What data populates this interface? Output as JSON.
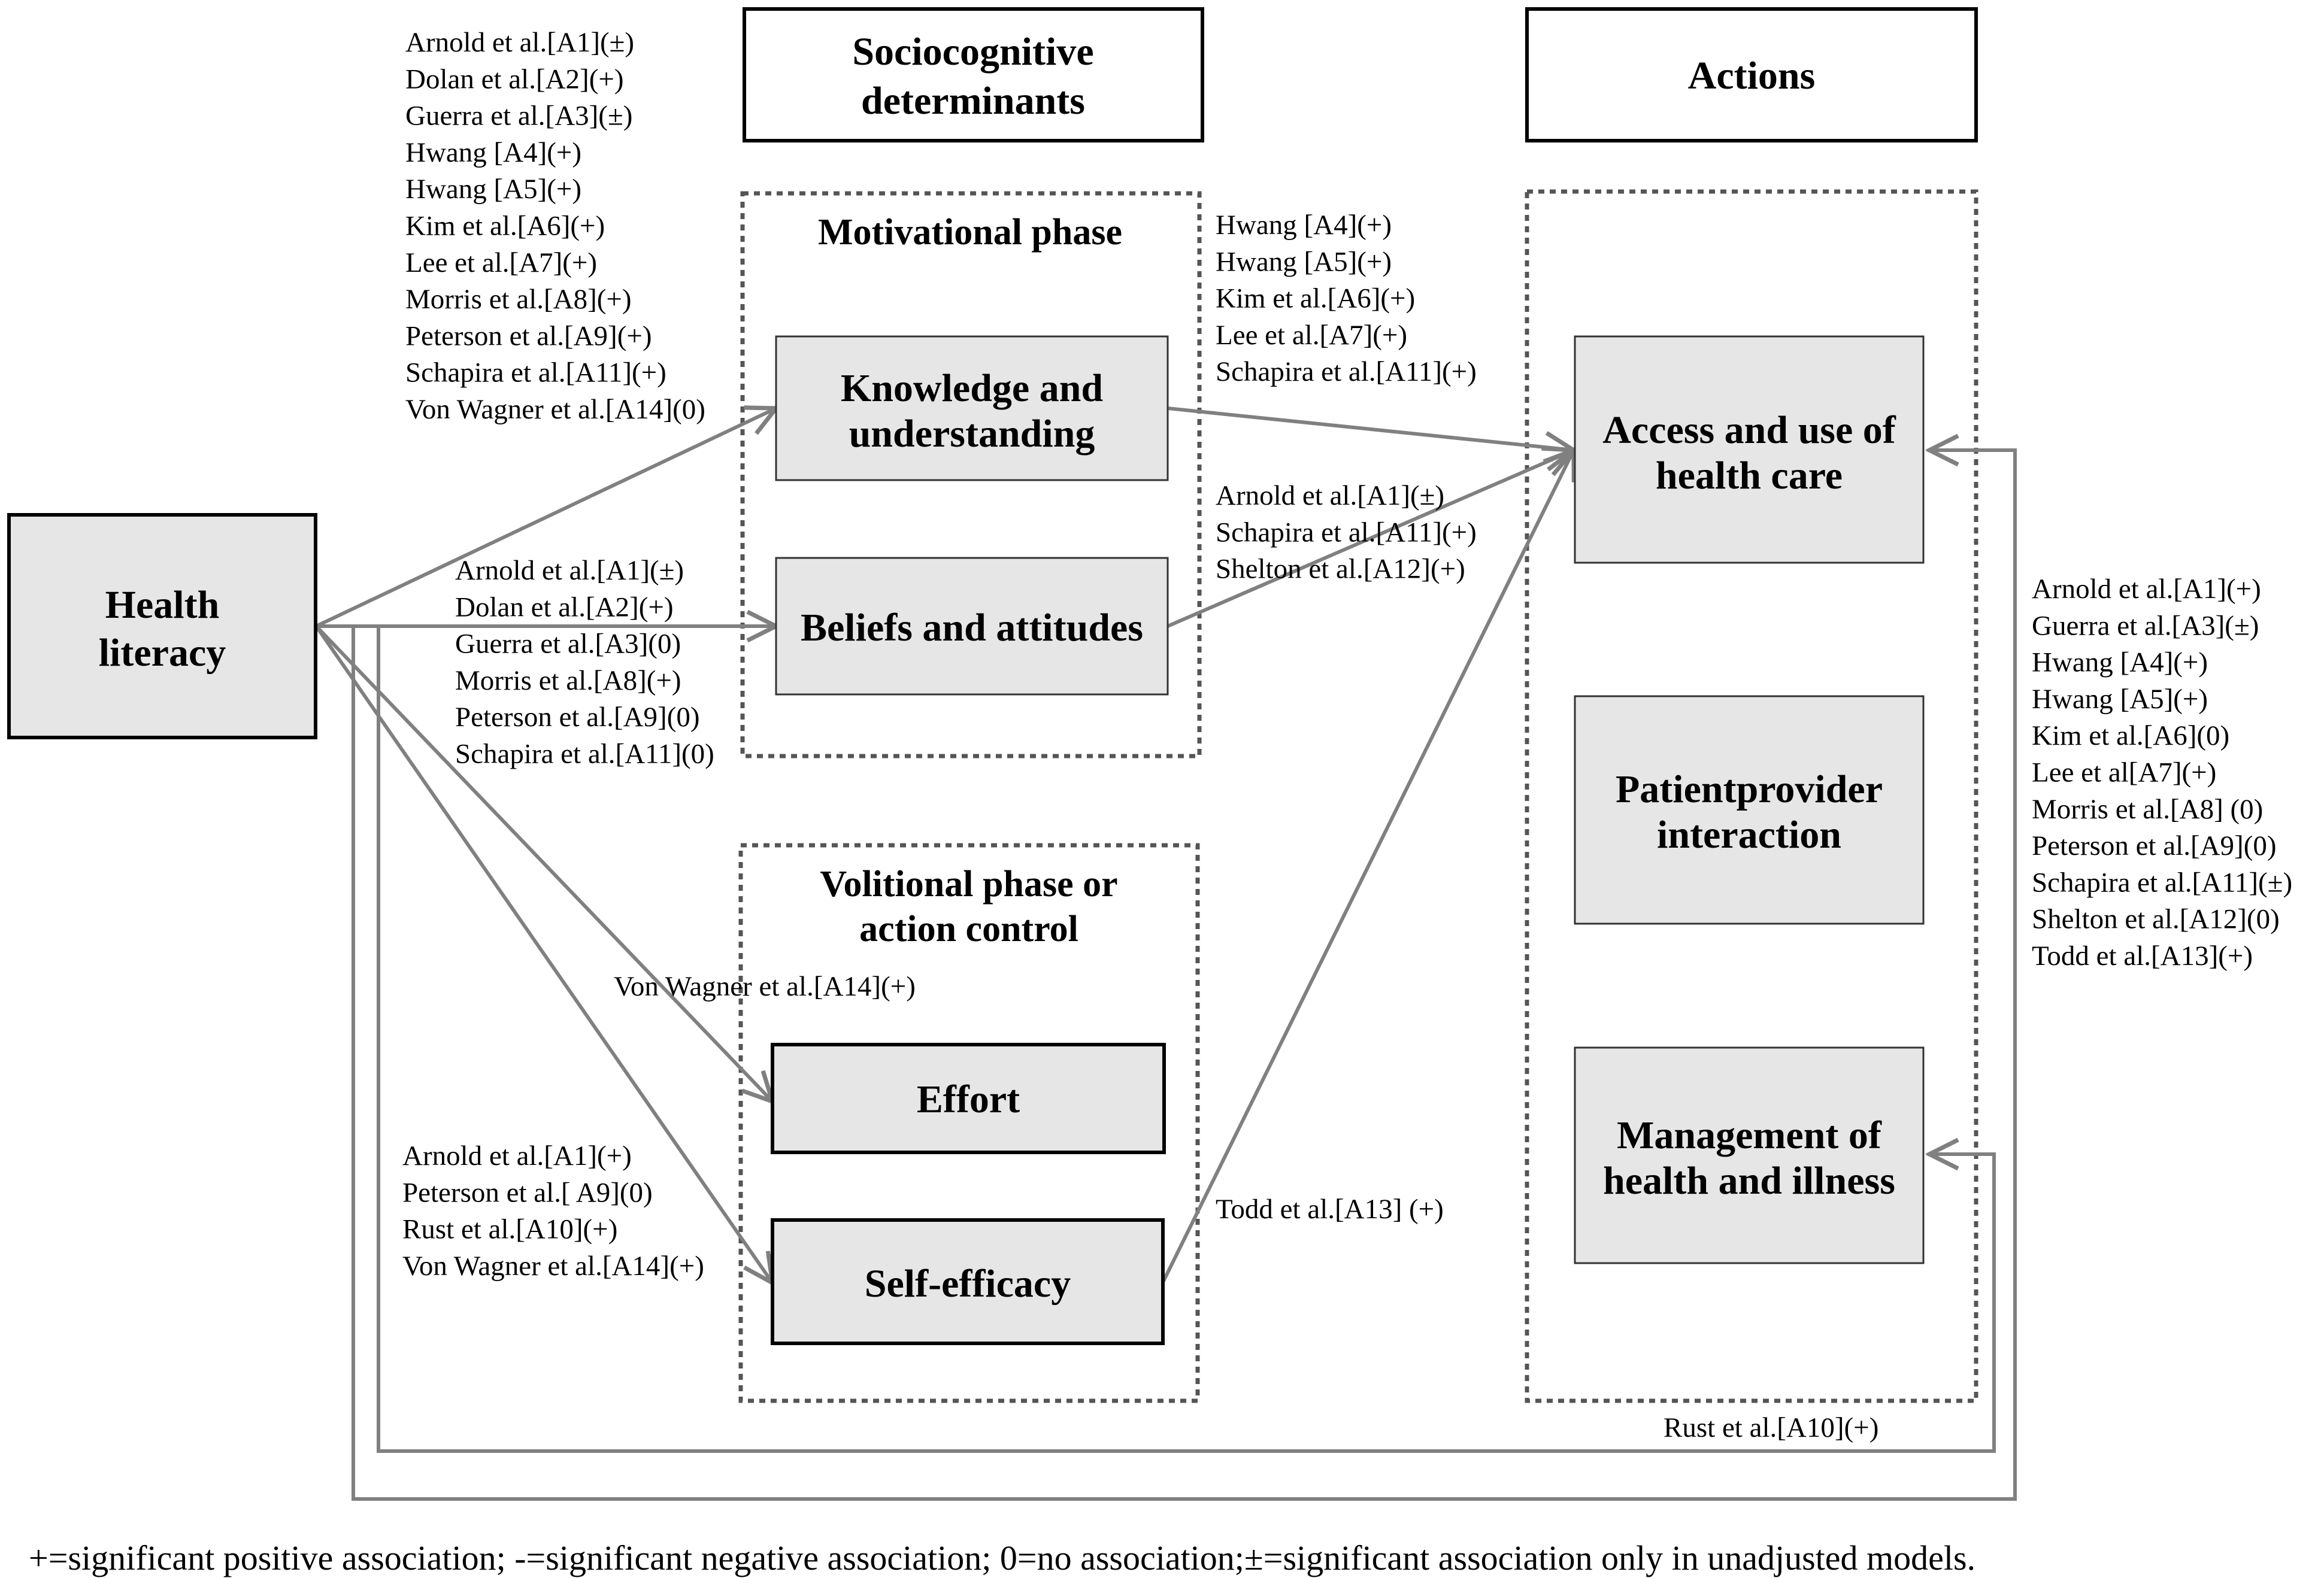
{
  "headers": {
    "sociocognitive_line1": "Sociocognitive",
    "sociocognitive_line2": "determinants",
    "actions": "Actions"
  },
  "phases": {
    "motivational": "Motivational phase",
    "volitional_line1": "Volitional phase or",
    "volitional_line2": "action control"
  },
  "nodes": {
    "health_literacy": [
      "Health",
      "literacy"
    ],
    "knowledge": [
      "Knowledge and",
      "understanding"
    ],
    "beliefs": [
      "Beliefs and attitudes"
    ],
    "effort": [
      "Effort"
    ],
    "self_efficacy": [
      "Self-efficacy"
    ],
    "access": [
      "Access and use of",
      "health care"
    ],
    "patient_provider": [
      "Patientprovider",
      "interaction"
    ],
    "management": [
      "Management of",
      "health and illness"
    ]
  },
  "citations": {
    "hl_to_knowledge": [
      "Arnold et al.[A1](±)",
      "Dolan et al.[A2](+)",
      "Guerra et al.[A3](±)",
      "Hwang [A4](+)",
      "Hwang [A5](+)",
      "Kim et al.[A6](+)",
      "Lee et al.[A7](+)",
      "Morris et al.[A8](+)",
      "Peterson et al.[A9](+)",
      "Schapira et al.[A11](+)",
      "Von Wagner et al.[A14](0)"
    ],
    "hl_to_beliefs": [
      "Arnold et al.[A1](±)",
      "Dolan et al.[A2](+)",
      "Guerra et al.[A3](0)",
      "Morris et al.[A8](+)",
      "Peterson et al.[A9](0)",
      "Schapira et al.[A11](0)"
    ],
    "knowledge_to_access": [
      "Hwang [A4](+)",
      "Hwang [A5](+)",
      "Kim et al.[A6](+)",
      "Lee et al.[A7](+)",
      "Schapira et al.[A11](+)"
    ],
    "beliefs_to_access": [
      "Arnold et al.[A1](±)",
      "Schapira et al.[A11](+)",
      "Shelton et al.[A12](+)"
    ],
    "hl_to_effort": [
      "Von Wagner et al.[A14](+)"
    ],
    "hl_to_self_efficacy": [
      "Arnold et al.[A1](+)",
      "Peterson et al.[ A9](0)",
      "Rust et al.[A10](+)",
      "Von Wagner et al.[A14](+)"
    ],
    "self_efficacy_to_access": [
      "Todd et al.[A13] (+)"
    ],
    "hl_to_access_direct": [
      "Arnold et al.[A1](+)",
      "Guerra et al.[A3](±)",
      "Hwang [A4](+)",
      "Hwang [A5](+)",
      "Kim et al.[A6](0)",
      "Lee et al[A7](+)",
      "Morris et al.[A8] (0)",
      "Peterson et al.[A9](0)",
      "Schapira et al.[A11](±)",
      "Shelton et al.[A12](0)",
      "Todd et al.[A13](+)"
    ],
    "hl_to_management": [
      "Rust et al.[A10](+)"
    ]
  },
  "footnote": "+=significant positive association; -=significant negative association; 0=no association;±=significant association only in unadjusted models.",
  "colors": {
    "node_fill": "#e6e6e6",
    "arrow": "#808080",
    "border": "#000000"
  }
}
